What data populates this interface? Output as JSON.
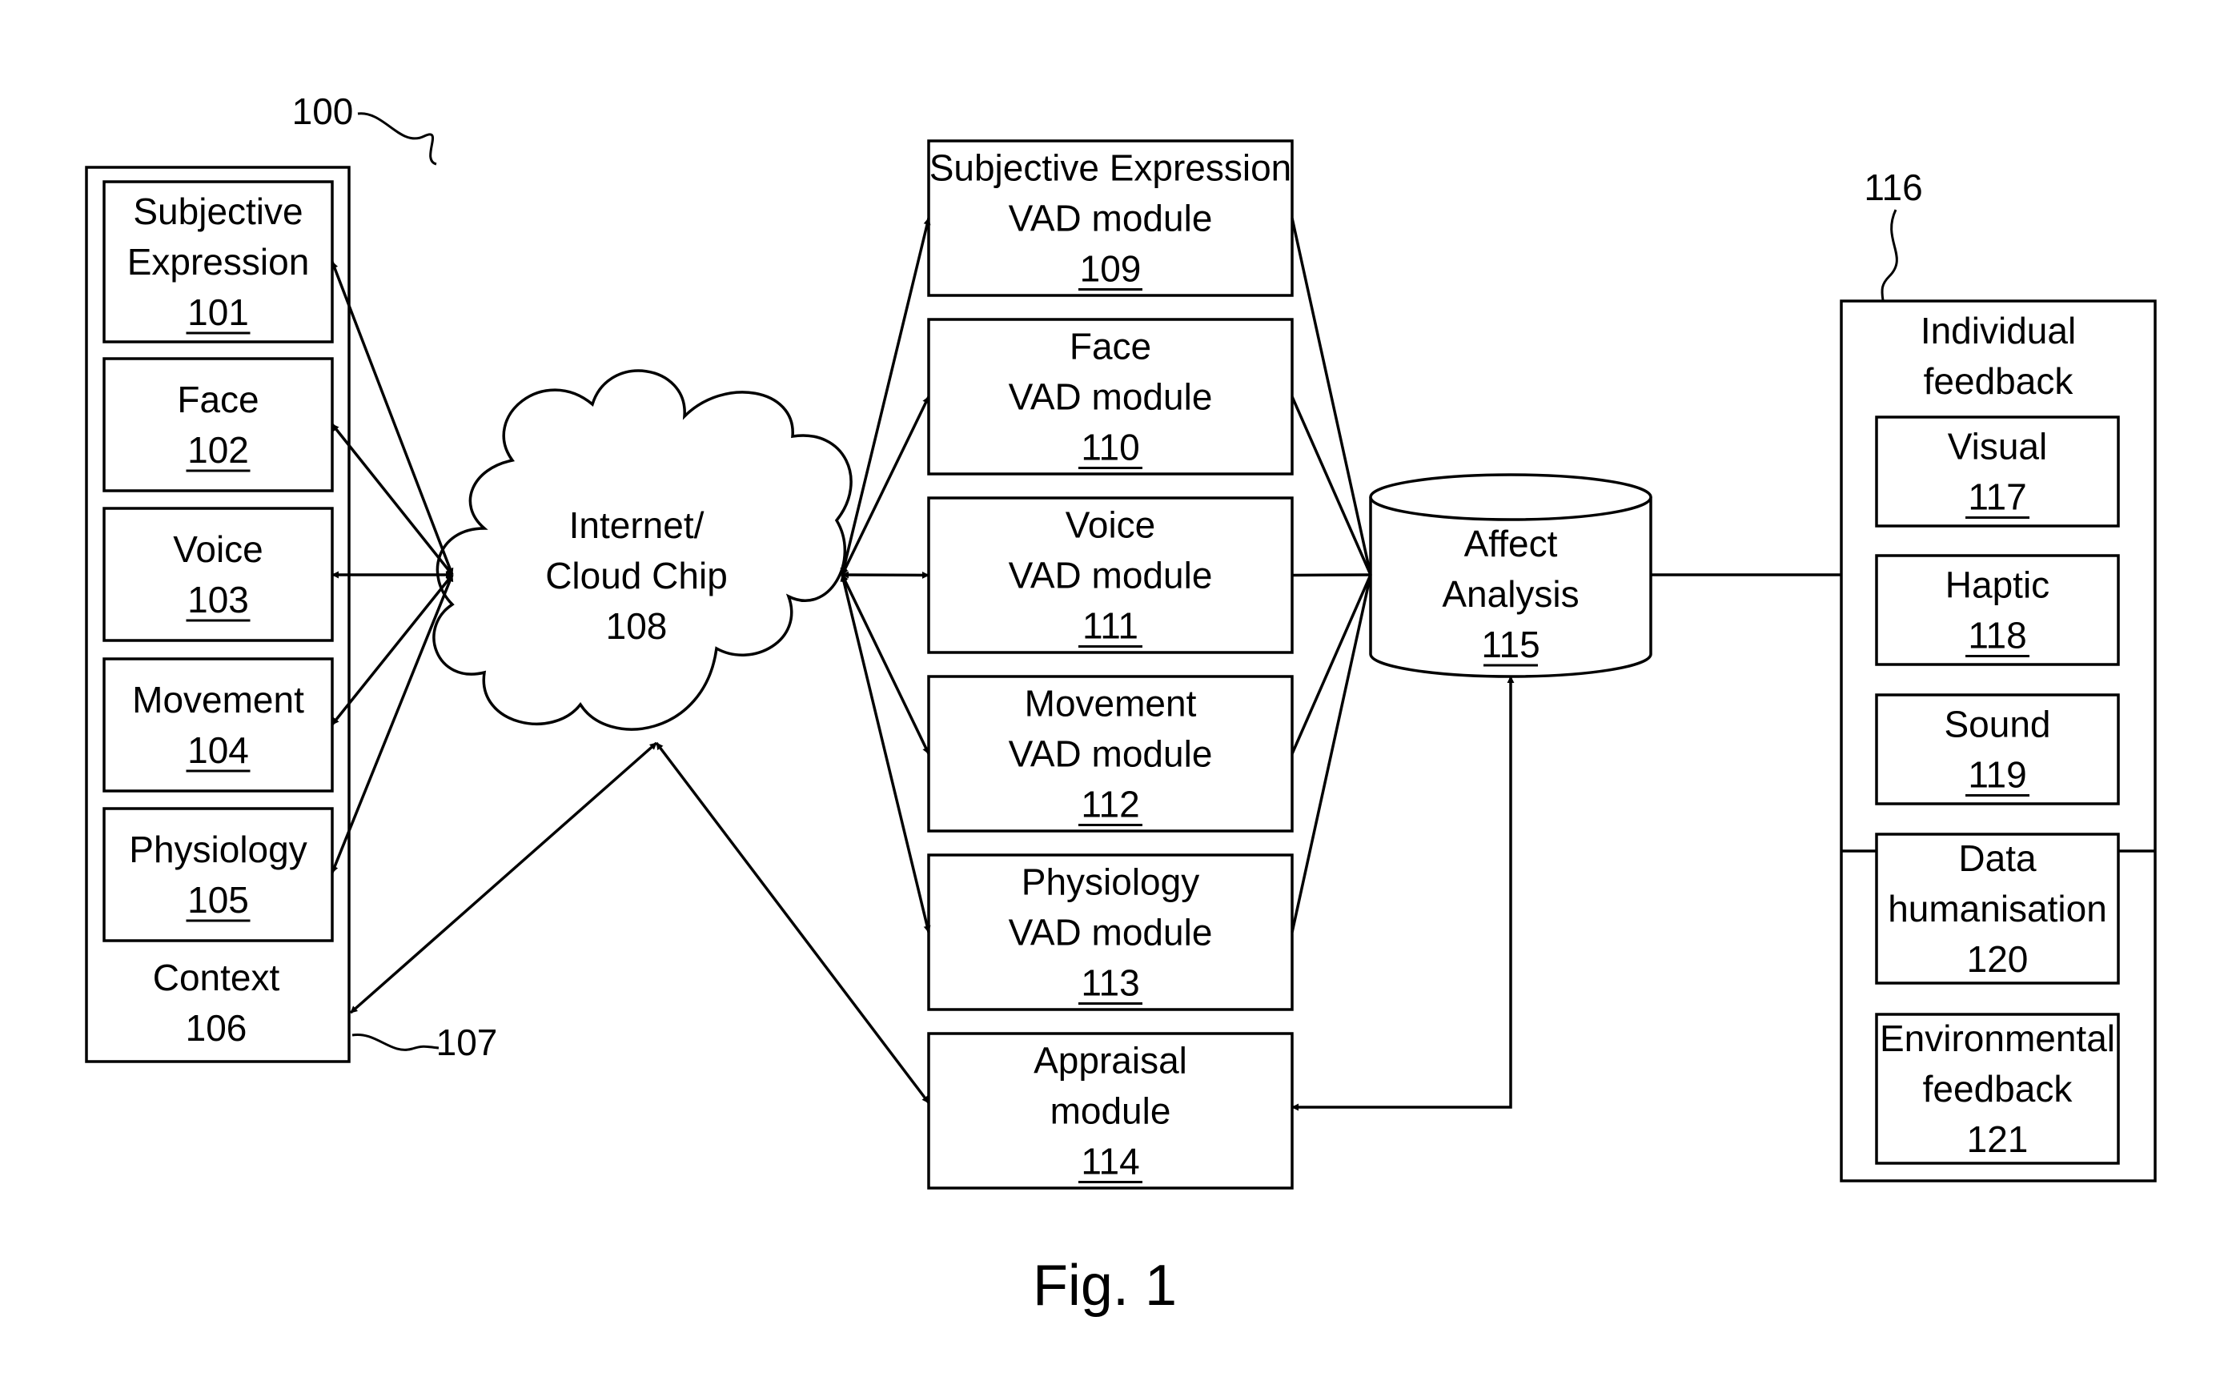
{
  "figure": {
    "caption": "Fig. 1",
    "reference_labels": {
      "system": "100",
      "context_link": "107",
      "feedback_group": "116"
    }
  },
  "inputs": [
    {
      "lines": [
        "Subjective",
        "Expression"
      ],
      "ref": "101"
    },
    {
      "lines": [
        "Face"
      ],
      "ref": "102"
    },
    {
      "lines": [
        "Voice"
      ],
      "ref": "103"
    },
    {
      "lines": [
        "Movement"
      ],
      "ref": "104"
    },
    {
      "lines": [
        "Physiology"
      ],
      "ref": "105"
    }
  ],
  "context": {
    "lines": [
      "Context",
      "106"
    ]
  },
  "cloud": {
    "lines": [
      "Internet/",
      "Cloud Chip",
      "108"
    ]
  },
  "modules": [
    {
      "lines": [
        "Subjective Expression",
        "VAD module"
      ],
      "ref": "109"
    },
    {
      "lines": [
        "Face",
        "VAD module"
      ],
      "ref": "110"
    },
    {
      "lines": [
        "Voice",
        "VAD module"
      ],
      "ref": "111"
    },
    {
      "lines": [
        "Movement",
        "VAD module"
      ],
      "ref": "112"
    },
    {
      "lines": [
        "Physiology",
        "VAD module"
      ],
      "ref": "113"
    },
    {
      "lines": [
        "Appraisal",
        "module"
      ],
      "ref": "114"
    }
  ],
  "affect": {
    "lines": [
      "Affect",
      "Analysis"
    ],
    "ref": "115"
  },
  "feedback": {
    "lines": [
      "Individual",
      "feedback"
    ],
    "items": [
      {
        "lines": [
          "Visual"
        ],
        "ref": "117",
        "underline": true
      },
      {
        "lines": [
          "Haptic"
        ],
        "ref": "118",
        "underline": true
      },
      {
        "lines": [
          "Sound"
        ],
        "ref": "119",
        "underline": true
      },
      {
        "lines": [
          "Data",
          "humanisation",
          "120"
        ],
        "underline": false
      },
      {
        "lines": [
          "Environmental",
          "feedback",
          "121"
        ],
        "underline": false
      }
    ]
  }
}
